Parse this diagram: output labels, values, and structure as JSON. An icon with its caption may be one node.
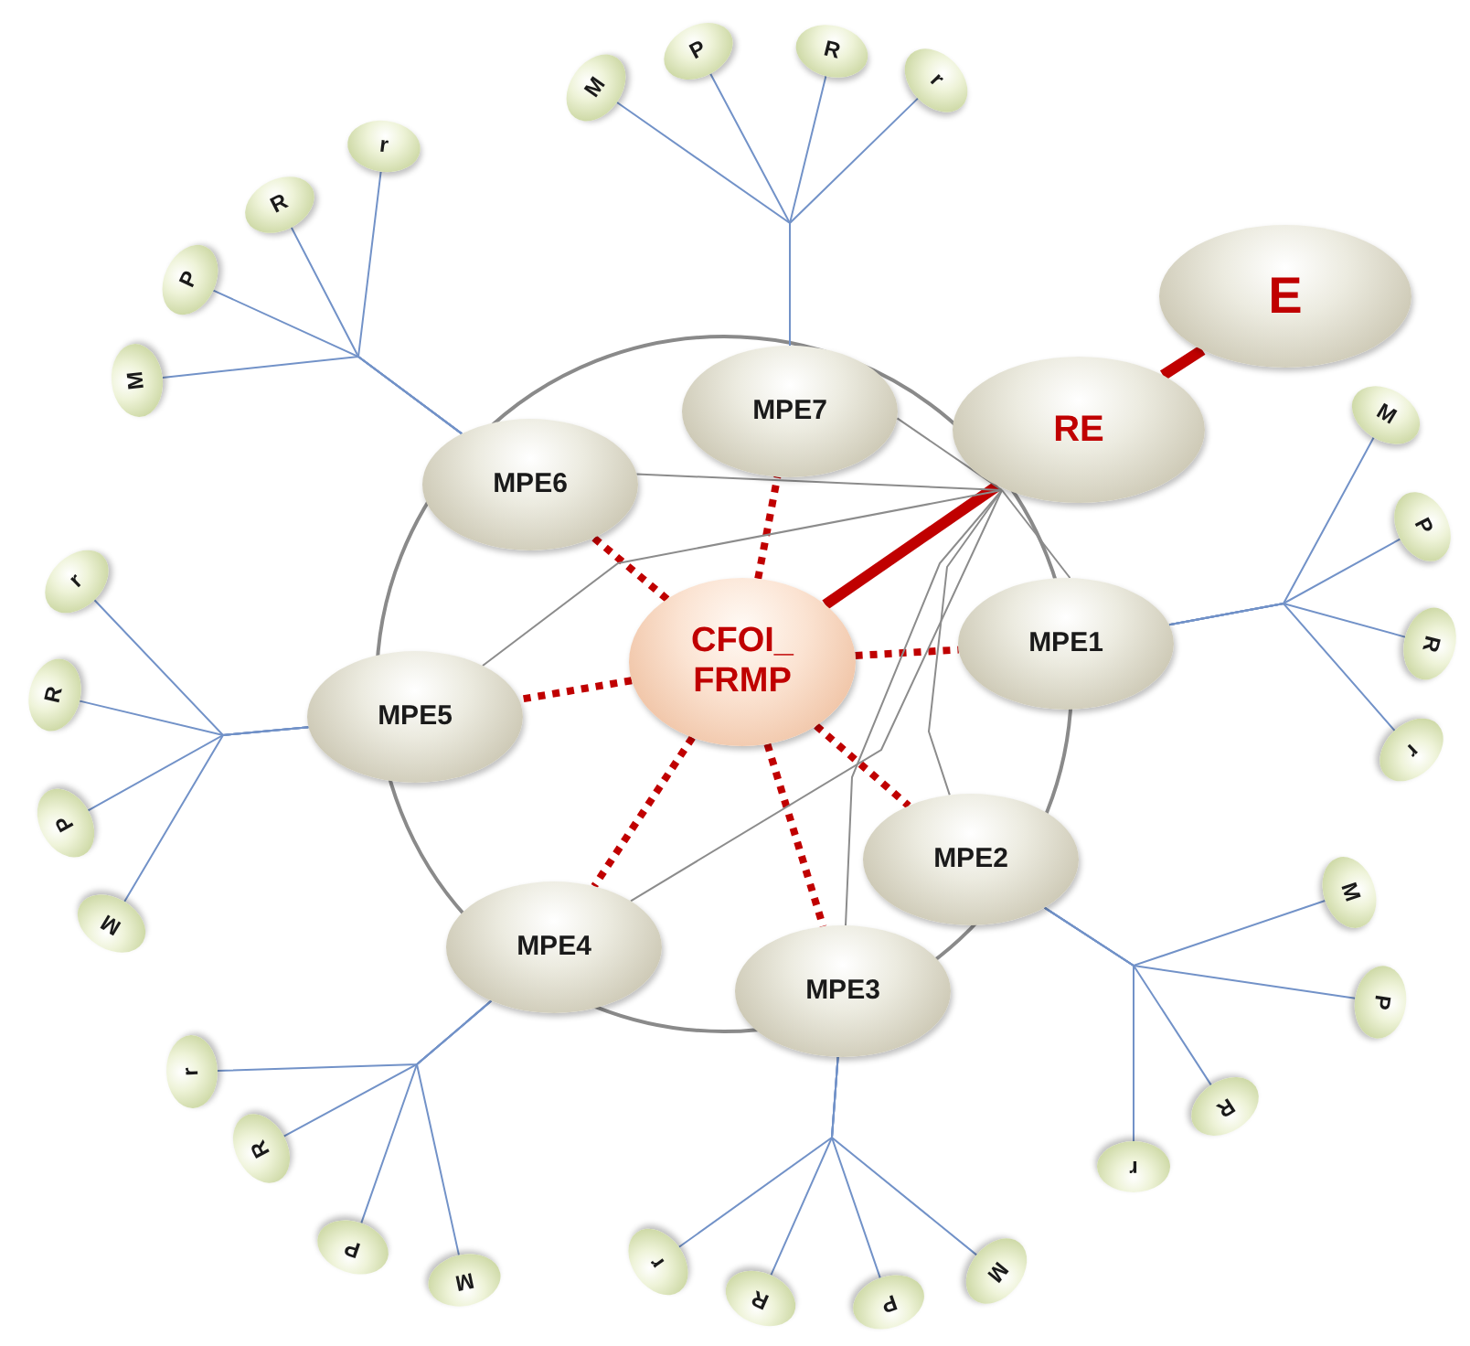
{
  "diagram": {
    "nodes": [
      {
        "text": [
          "E"
        ]
      },
      {
        "text": [
          "RE"
        ]
      },
      {
        "text": [
          "MPE7"
        ]
      },
      {
        "text": [
          "MPE6"
        ]
      },
      {
        "text": [
          "CFOI_ FRMP"
        ]
      },
      {
        "text": [
          "MPE1"
        ]
      },
      {
        "text": [
          "MPE5"
        ]
      },
      {
        "text": [
          "MPE2"
        ]
      },
      {
        "text": [
          "MPE4"
        ]
      },
      {
        "text": [
          "MPE3"
        ]
      },
      {
        "text": [
          "M"
        ]
      },
      {
        "text": [
          "P"
        ]
      },
      {
        "text": [
          "R"
        ]
      },
      {
        "text": [
          "r"
        ]
      },
      {
        "text": [
          "M"
        ]
      },
      {
        "text": [
          "P"
        ]
      },
      {
        "text": [
          "R"
        ]
      },
      {
        "text": [
          "r"
        ]
      },
      {
        "text": [
          "M"
        ]
      },
      {
        "text": [
          "P"
        ]
      },
      {
        "text": [
          "R"
        ]
      },
      {
        "text": [
          "r"
        ]
      },
      {
        "text": [
          "r"
        ]
      },
      {
        "text": [
          "R"
        ]
      },
      {
        "text": [
          "P"
        ]
      },
      {
        "text": [
          "M"
        ]
      },
      {
        "text": [
          "M"
        ]
      },
      {
        "text": [
          "P"
        ]
      },
      {
        "text": [
          "R"
        ]
      },
      {
        "text": [
          "r"
        ]
      },
      {
        "text": [
          "r"
        ]
      },
      {
        "text": [
          "R"
        ]
      },
      {
        "text": [
          "P"
        ]
      },
      {
        "text": [
          "M"
        ]
      },
      {
        "text": [
          "r"
        ]
      },
      {
        "text": [
          "R"
        ]
      },
      {
        "text": [
          "P"
        ]
      },
      {
        "text": [
          "M"
        ]
      }
    ],
    "edges": [
      {
        "from": 1,
        "to": 0,
        "arrow": "none",
        "style": "thick",
        "color": "#c00000"
      },
      {
        "from": 1,
        "to": 4,
        "arrow": "none",
        "style": "thick",
        "color": "#c00000"
      },
      {
        "from": 4,
        "to": 2,
        "arrow": "none",
        "style": "dashed",
        "color": "#c00000"
      },
      {
        "from": 4,
        "to": 3,
        "arrow": "none",
        "style": "dashed",
        "color": "#c00000"
      },
      {
        "from": 4,
        "to": 6,
        "arrow": "none",
        "style": "dashed",
        "color": "#c00000"
      },
      {
        "from": 4,
        "to": 8,
        "arrow": "none",
        "style": "dashed",
        "color": "#c00000"
      },
      {
        "from": 4,
        "to": 9,
        "arrow": "none",
        "style": "dashed",
        "color": "#c00000"
      },
      {
        "from": 4,
        "to": 7,
        "arrow": "none",
        "style": "dashed",
        "color": "#c00000"
      },
      {
        "from": 4,
        "to": 5,
        "arrow": "none",
        "style": "dashed",
        "color": "#c00000"
      },
      {
        "from": 1,
        "to": 2,
        "arrow": "none",
        "color": "#8c8c8c"
      },
      {
        "from": 1,
        "to": 3,
        "arrow": "none",
        "color": "#8c8c8c"
      },
      {
        "from": 1,
        "to": 6,
        "arrow": "none",
        "color": "#8c8c8c"
      },
      {
        "from": 1,
        "to": 8,
        "arrow": "none",
        "color": "#8c8c8c"
      },
      {
        "from": 1,
        "to": 9,
        "arrow": "none",
        "color": "#8c8c8c"
      },
      {
        "from": 1,
        "to": 7,
        "arrow": "none",
        "color": "#8c8c8c"
      },
      {
        "from": 1,
        "to": 5,
        "arrow": "none",
        "color": "#8c8c8c"
      },
      {
        "from": 2,
        "to": 10,
        "arrow": "none"
      },
      {
        "from": 2,
        "to": 11,
        "arrow": "none"
      },
      {
        "from": 2,
        "to": 12,
        "arrow": "none"
      },
      {
        "from": 2,
        "to": 13,
        "arrow": "none"
      },
      {
        "from": 3,
        "to": 14,
        "arrow": "none"
      },
      {
        "from": 3,
        "to": 15,
        "arrow": "none"
      },
      {
        "from": 3,
        "to": 16,
        "arrow": "none"
      },
      {
        "from": 3,
        "to": 17,
        "arrow": "none"
      },
      {
        "from": 5,
        "to": 18,
        "arrow": "none"
      },
      {
        "from": 5,
        "to": 19,
        "arrow": "none"
      },
      {
        "from": 5,
        "to": 20,
        "arrow": "none"
      },
      {
        "from": 5,
        "to": 21,
        "arrow": "none"
      },
      {
        "from": 6,
        "to": 22,
        "arrow": "none"
      },
      {
        "from": 6,
        "to": 23,
        "arrow": "none"
      },
      {
        "from": 6,
        "to": 24,
        "arrow": "none"
      },
      {
        "from": 6,
        "to": 25,
        "arrow": "none"
      },
      {
        "from": 7,
        "to": 26,
        "arrow": "none"
      },
      {
        "from": 7,
        "to": 27,
        "arrow": "none"
      },
      {
        "from": 7,
        "to": 28,
        "arrow": "none"
      },
      {
        "from": 7,
        "to": 29,
        "arrow": "none"
      },
      {
        "from": 8,
        "to": 30,
        "arrow": "none"
      },
      {
        "from": 8,
        "to": 31,
        "arrow": "none"
      },
      {
        "from": 8,
        "to": 32,
        "arrow": "none"
      },
      {
        "from": 8,
        "to": 33,
        "arrow": "none"
      },
      {
        "from": 9,
        "to": 34,
        "arrow": "none"
      },
      {
        "from": 9,
        "to": 35,
        "arrow": "none"
      },
      {
        "from": 9,
        "to": 36,
        "arrow": "none"
      },
      {
        "from": 9,
        "to": 37,
        "arrow": "none"
      }
    ]
  }
}
